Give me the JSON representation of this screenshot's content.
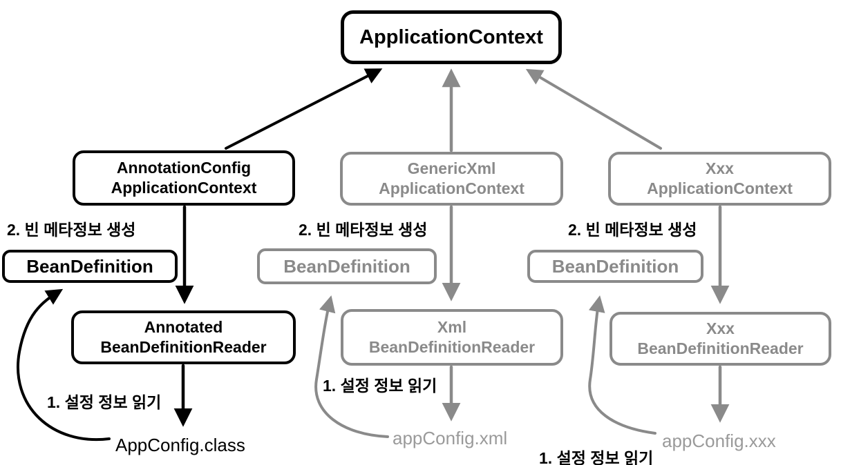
{
  "diagram": {
    "root": {
      "label": "ApplicationContext"
    },
    "columns": [
      {
        "ctx1": "AnnotationConfig",
        "ctx2": "ApplicationContext",
        "step2": "2. 빈 메타정보 생성",
        "bean": "BeanDefinition",
        "reader1": "Annotated",
        "reader2": "BeanDefinitionReader",
        "step1": "1. 설정 정보 읽기",
        "file": "AppConfig.class",
        "state": "active"
      },
      {
        "ctx1": "GenericXml",
        "ctx2": "ApplicationContext",
        "step2": "2. 빈 메타정보 생성",
        "bean": "BeanDefinition",
        "reader1": "Xml",
        "reader2": "BeanDefinitionReader",
        "step1": "1. 설정 정보 읽기",
        "file": "appConfig.xml",
        "state": "inactive"
      },
      {
        "ctx1": "Xxx",
        "ctx2": "ApplicationContext",
        "step2": "2. 빈 메타정보 생성",
        "bean": "BeanDefinition",
        "reader1": "Xxx",
        "reader2": "BeanDefinitionReader",
        "step1": "1. 설정 정보 읽기",
        "file": "appConfig.xxx",
        "state": "inactive"
      }
    ],
    "colors": {
      "active": "#000000",
      "inactive": "#8a8a8a",
      "file_inactive": "#9a9a9a",
      "background": "#ffffff"
    }
  }
}
